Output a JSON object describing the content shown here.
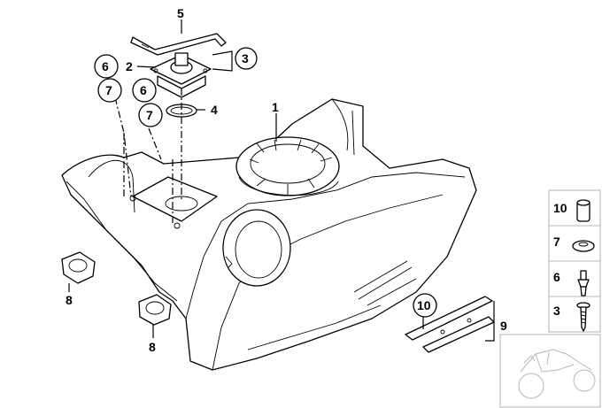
{
  "callouts": {
    "c1": "1",
    "c2": "2",
    "c3": "3",
    "c4": "4",
    "c5": "5",
    "c6a": "6",
    "c7a": "7",
    "c6b": "6",
    "c7b": "7",
    "c8a": "8",
    "c8b": "8",
    "c9": "9",
    "c10": "10"
  },
  "legend": {
    "items": [
      {
        "label": "10",
        "icon": "spacer-sleeve-icon"
      },
      {
        "label": "7",
        "icon": "rubber-washer-icon"
      },
      {
        "label": "6",
        "icon": "expanding-rivet-icon"
      },
      {
        "label": "3",
        "icon": "screw-icon"
      }
    ]
  },
  "colors": {
    "line": "#000000",
    "background": "#ffffff",
    "thumbnail": "#b8b8b8"
  }
}
